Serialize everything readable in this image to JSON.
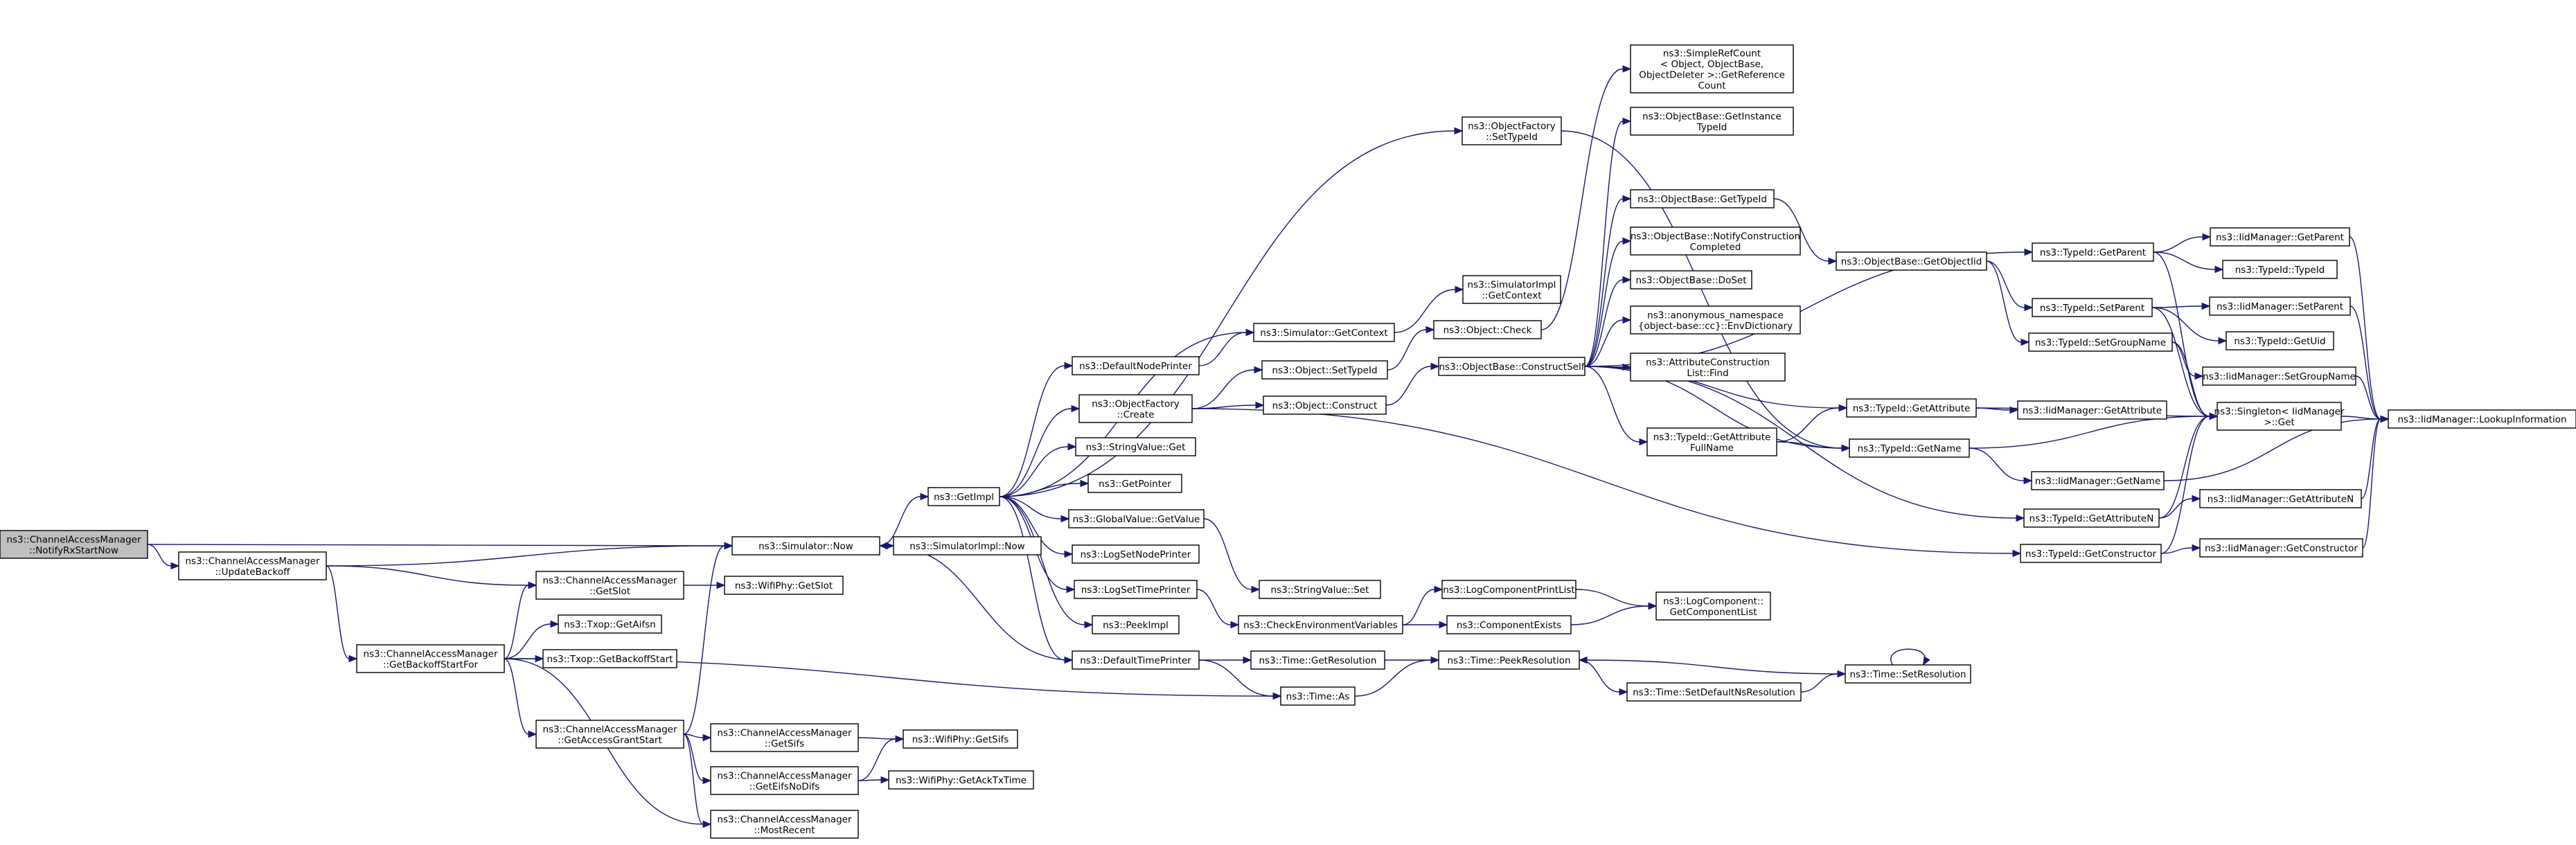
{
  "graph": {
    "nodes": [
      {
        "id": "notify",
        "lines": [
          "ns3::ChannelAccessManager",
          "::NotifyRxStartNow"
        ],
        "root": true
      },
      {
        "id": "updatebackoff",
        "lines": [
          "ns3::ChannelAccessManager",
          "::UpdateBackoff"
        ]
      },
      {
        "id": "simnow",
        "lines": [
          "ns3::Simulator::Now"
        ]
      },
      {
        "id": "simimplnow",
        "lines": [
          "ns3::SimulatorImpl::Now"
        ]
      },
      {
        "id": "getimpl",
        "lines": [
          "ns3::GetImpl"
        ]
      },
      {
        "id": "getslot",
        "lines": [
          "ns3::ChannelAccessManager",
          "::GetSlot"
        ]
      },
      {
        "id": "wifigetslot",
        "lines": [
          "ns3::WifiPhy::GetSlot"
        ]
      },
      {
        "id": "getbackoffstartfor",
        "lines": [
          "ns3::ChannelAccessManager",
          "::GetBackoffStartFor"
        ]
      },
      {
        "id": "txopaifsn",
        "lines": [
          "ns3::Txop::GetAifsn"
        ]
      },
      {
        "id": "txopbackoffstart",
        "lines": [
          "ns3::Txop::GetBackoffStart"
        ]
      },
      {
        "id": "getaccessgrantstart",
        "lines": [
          "ns3::ChannelAccessManager",
          "::GetAccessGrantStart"
        ]
      },
      {
        "id": "getsifs",
        "lines": [
          "ns3::ChannelAccessManager",
          "::GetSifs"
        ]
      },
      {
        "id": "wifigetsifs",
        "lines": [
          "ns3::WifiPhy::GetSifs"
        ]
      },
      {
        "id": "geteifsnodifs",
        "lines": [
          "ns3::ChannelAccessManager",
          "::GetEifsNoDifs"
        ]
      },
      {
        "id": "wifigetacktxtime",
        "lines": [
          "ns3::WifiPhy::GetAckTxTime"
        ]
      },
      {
        "id": "mostrecent",
        "lines": [
          "ns3::ChannelAccessManager",
          "::MostRecent"
        ]
      },
      {
        "id": "defaultnodeprinter",
        "lines": [
          "ns3::DefaultNodePrinter"
        ]
      },
      {
        "id": "objfactorycreate",
        "lines": [
          "ns3::ObjectFactory",
          "::Create"
        ]
      },
      {
        "id": "stringvalueget",
        "lines": [
          "ns3::StringValue::Get"
        ]
      },
      {
        "id": "getpointer",
        "lines": [
          "ns3::GetPointer"
        ]
      },
      {
        "id": "globalvaluegetvalue",
        "lines": [
          "ns3::GlobalValue::GetValue"
        ]
      },
      {
        "id": "logsetnodeprinter",
        "lines": [
          "ns3::LogSetNodePrinter"
        ]
      },
      {
        "id": "logsettimeprinter",
        "lines": [
          "ns3::LogSetTimePrinter"
        ]
      },
      {
        "id": "peekimpl",
        "lines": [
          "ns3::PeekImpl"
        ]
      },
      {
        "id": "defaulttimeprinter",
        "lines": [
          "ns3::DefaultTimePrinter"
        ]
      },
      {
        "id": "simgetcontext",
        "lines": [
          "ns3::Simulator::GetContext"
        ]
      },
      {
        "id": "simimplgetcontext",
        "lines": [
          "ns3::SimulatorImpl",
          "::GetContext"
        ]
      },
      {
        "id": "objfactorysettypeid",
        "lines": [
          "ns3::ObjectFactory",
          "::SetTypeId"
        ]
      },
      {
        "id": "objectsettypeid",
        "lines": [
          "ns3::Object::SetTypeId"
        ]
      },
      {
        "id": "objectconstruct",
        "lines": [
          "ns3::Object::Construct"
        ]
      },
      {
        "id": "objectcheck",
        "lines": [
          "ns3::Object::Check"
        ]
      },
      {
        "id": "constructself",
        "lines": [
          "ns3::ObjectBase::ConstructSelf"
        ]
      },
      {
        "id": "stringvalueset",
        "lines": [
          "ns3::StringValue::Set"
        ]
      },
      {
        "id": "checkenv",
        "lines": [
          "ns3::CheckEnvironmentVariables"
        ]
      },
      {
        "id": "logcompprintlist",
        "lines": [
          "ns3::LogComponentPrintList"
        ]
      },
      {
        "id": "compexists",
        "lines": [
          "ns3::ComponentExists"
        ]
      },
      {
        "id": "logcompgetlist",
        "lines": [
          "ns3::LogComponent::",
          "GetComponentList"
        ]
      },
      {
        "id": "timegetresolution",
        "lines": [
          "ns3::Time::GetResolution"
        ]
      },
      {
        "id": "timeas",
        "lines": [
          "ns3::Time::As"
        ]
      },
      {
        "id": "timepeekresolution",
        "lines": [
          "ns3::Time::PeekResolution"
        ]
      },
      {
        "id": "timesetdefaultns",
        "lines": [
          "ns3::Time::SetDefaultNsResolution"
        ]
      },
      {
        "id": "timesetresolution",
        "lines": [
          "ns3::Time::SetResolution"
        ]
      },
      {
        "id": "simplerefcount",
        "lines": [
          "ns3::SimpleRefCount",
          "< Object, ObjectBase,",
          "ObjectDeleter >::GetReference",
          "Count"
        ]
      },
      {
        "id": "getinstancetypeid",
        "lines": [
          "ns3::ObjectBase::GetInstance",
          "TypeId"
        ]
      },
      {
        "id": "objectbasegettypeid",
        "lines": [
          "ns3::ObjectBase::GetTypeId"
        ]
      },
      {
        "id": "notifyconstruction",
        "lines": [
          "ns3::ObjectBase::NotifyConstruction",
          "Completed"
        ]
      },
      {
        "id": "doset",
        "lines": [
          "ns3::ObjectBase::DoSet"
        ]
      },
      {
        "id": "envdictionary",
        "lines": [
          "ns3::anonymous_namespace",
          "{object-base::cc}::EnvDictionary"
        ]
      },
      {
        "id": "attrconstructionfind",
        "lines": [
          "ns3::AttributeConstruction",
          "List::Find"
        ]
      },
      {
        "id": "getobjectiid",
        "lines": [
          "ns3::ObjectBase::GetObjectIid"
        ]
      },
      {
        "id": "typeidgetparent",
        "lines": [
          "ns3::TypeId::GetParent"
        ]
      },
      {
        "id": "typeidsetparent",
        "lines": [
          "ns3::TypeId::SetParent"
        ]
      },
      {
        "id": "typeidsetgroupname",
        "lines": [
          "ns3::TypeId::SetGroupName"
        ]
      },
      {
        "id": "typeidgetattribute",
        "lines": [
          "ns3::TypeId::GetAttribute"
        ]
      },
      {
        "id": "typeidgetattrfullname",
        "lines": [
          "ns3::TypeId::GetAttribute",
          "FullName"
        ]
      },
      {
        "id": "typeidgetname",
        "lines": [
          "ns3::TypeId::GetName"
        ]
      },
      {
        "id": "typeidgetattributen",
        "lines": [
          "ns3::TypeId::GetAttributeN"
        ]
      },
      {
        "id": "typeidgetconstructor",
        "lines": [
          "ns3::TypeId::GetConstructor"
        ]
      },
      {
        "id": "iidgetparent",
        "lines": [
          "ns3::IidManager::GetParent"
        ]
      },
      {
        "id": "typeidtypeid",
        "lines": [
          "ns3::TypeId::TypeId"
        ]
      },
      {
        "id": "iidsetparent",
        "lines": [
          "ns3::IidManager::SetParent"
        ]
      },
      {
        "id": "typeidgetuid",
        "lines": [
          "ns3::TypeId::GetUid"
        ]
      },
      {
        "id": "iidsetgroupname",
        "lines": [
          "ns3::IidManager::SetGroupName"
        ]
      },
      {
        "id": "iidgetattribute",
        "lines": [
          "ns3::IidManager::GetAttribute"
        ]
      },
      {
        "id": "singletonget",
        "lines": [
          "ns3::Singleton< IidManager",
          ">::Get"
        ]
      },
      {
        "id": "iidgetname",
        "lines": [
          "ns3::IidManager::GetName"
        ]
      },
      {
        "id": "iidgetattributen",
        "lines": [
          "ns3::IidManager::GetAttributeN"
        ]
      },
      {
        "id": "iidgetconstructor",
        "lines": [
          "ns3::IidManager::GetConstructor"
        ]
      },
      {
        "id": "iidlookupinfo",
        "lines": [
          "ns3::IidManager::LookupInformation"
        ]
      }
    ],
    "edges": [
      [
        "notify",
        "simnow"
      ],
      [
        "notify",
        "updatebackoff"
      ],
      [
        "updatebackoff",
        "simnow"
      ],
      [
        "updatebackoff",
        "getslot"
      ],
      [
        "updatebackoff",
        "getbackoffstartfor"
      ],
      [
        "simnow",
        "getimpl"
      ],
      [
        "simnow",
        "simimplnow"
      ],
      [
        "getslot",
        "wifigetslot"
      ],
      [
        "getbackoffstartfor",
        "getslot"
      ],
      [
        "getbackoffstartfor",
        "txopaifsn"
      ],
      [
        "getbackoffstartfor",
        "txopbackoffstart"
      ],
      [
        "getbackoffstartfor",
        "getaccessgrantstart"
      ],
      [
        "getbackoffstartfor",
        "timeas"
      ],
      [
        "getbackoffstartfor",
        "mostrecent"
      ],
      [
        "getaccessgrantstart",
        "simnow"
      ],
      [
        "getaccessgrantstart",
        "getsifs"
      ],
      [
        "getaccessgrantstart",
        "geteifsnodifs"
      ],
      [
        "getaccessgrantstart",
        "mostrecent"
      ],
      [
        "getsifs",
        "wifigetsifs"
      ],
      [
        "geteifsnodifs",
        "wifigetsifs"
      ],
      [
        "geteifsnodifs",
        "wifigetacktxtime"
      ],
      [
        "getimpl",
        "objfactorysettypeid"
      ],
      [
        "getimpl",
        "simgetcontext"
      ],
      [
        "getimpl",
        "defaultnodeprinter"
      ],
      [
        "getimpl",
        "objfactorycreate"
      ],
      [
        "getimpl",
        "stringvalueget"
      ],
      [
        "getimpl",
        "getpointer"
      ],
      [
        "getimpl",
        "globalvaluegetvalue"
      ],
      [
        "getimpl",
        "logsetnodeprinter"
      ],
      [
        "getimpl",
        "logsettimeprinter"
      ],
      [
        "getimpl",
        "peekimpl"
      ],
      [
        "getimpl",
        "defaulttimeprinter"
      ],
      [
        "defaultnodeprinter",
        "simgetcontext"
      ],
      [
        "simgetcontext",
        "simimplgetcontext"
      ],
      [
        "objfactorycreate",
        "objectsettypeid"
      ],
      [
        "objfactorycreate",
        "objectconstruct"
      ],
      [
        "objfactorycreate",
        "typeidgetconstructor"
      ],
      [
        "objectsettypeid",
        "objectcheck"
      ],
      [
        "objectconstruct",
        "constructself"
      ],
      [
        "objfactorysettypeid",
        "typeidgetname"
      ],
      [
        "objectcheck",
        "simplerefcount"
      ],
      [
        "globalvaluegetvalue",
        "stringvalueset"
      ],
      [
        "logsettimeprinter",
        "checkenv"
      ],
      [
        "checkenv",
        "logcompprintlist"
      ],
      [
        "checkenv",
        "compexists"
      ],
      [
        "logcompprintlist",
        "logcompgetlist"
      ],
      [
        "compexists",
        "logcompgetlist"
      ],
      [
        "defaulttimeprinter",
        "simnow"
      ],
      [
        "defaulttimeprinter",
        "timegetresolution"
      ],
      [
        "defaulttimeprinter",
        "timeas"
      ],
      [
        "timegetresolution",
        "timepeekresolution"
      ],
      [
        "timeas",
        "timepeekresolution"
      ],
      [
        "timepeekresolution",
        "timesetdefaultns"
      ],
      [
        "timesetdefaultns",
        "timesetresolution"
      ],
      [
        "timesetresolution",
        "timepeekresolution"
      ],
      [
        "timesetresolution",
        "timesetresolution"
      ],
      [
        "constructself",
        "getinstancetypeid"
      ],
      [
        "constructself",
        "objectbasegettypeid"
      ],
      [
        "constructself",
        "notifyconstruction"
      ],
      [
        "constructself",
        "doset"
      ],
      [
        "constructself",
        "envdictionary"
      ],
      [
        "constructself",
        "attrconstructionfind"
      ],
      [
        "constructself",
        "typeidgetparent"
      ],
      [
        "constructself",
        "typeidgetattribute"
      ],
      [
        "constructself",
        "typeidgetattrfullname"
      ],
      [
        "constructself",
        "typeidgetname"
      ],
      [
        "constructself",
        "typeidgetattributen"
      ],
      [
        "objectbasegettypeid",
        "getobjectiid"
      ],
      [
        "getobjectiid",
        "typeidsetparent"
      ],
      [
        "getobjectiid",
        "typeidsetgroupname"
      ],
      [
        "typeidgetparent",
        "iidgetparent"
      ],
      [
        "typeidgetparent",
        "typeidtypeid"
      ],
      [
        "typeidgetparent",
        "singletonget"
      ],
      [
        "typeidsetparent",
        "iidsetparent"
      ],
      [
        "typeidsetparent",
        "typeidgetuid"
      ],
      [
        "typeidsetparent",
        "singletonget"
      ],
      [
        "typeidsetgroupname",
        "iidsetgroupname"
      ],
      [
        "typeidsetgroupname",
        "singletonget"
      ],
      [
        "typeidgetattribute",
        "iidgetattribute"
      ],
      [
        "typeidgetattribute",
        "singletonget"
      ],
      [
        "typeidgetattrfullname",
        "typeidgetattribute"
      ],
      [
        "typeidgetattrfullname",
        "typeidgetname"
      ],
      [
        "typeidgetname",
        "singletonget"
      ],
      [
        "typeidgetname",
        "iidgetname"
      ],
      [
        "typeidgetattributen",
        "iidgetattributen"
      ],
      [
        "typeidgetattributen",
        "singletonget"
      ],
      [
        "typeidgetconstructor",
        "iidgetconstructor"
      ],
      [
        "typeidgetconstructor",
        "singletonget"
      ],
      [
        "iidgetparent",
        "iidlookupinfo"
      ],
      [
        "iidsetparent",
        "iidlookupinfo"
      ],
      [
        "iidsetgroupname",
        "iidlookupinfo"
      ],
      [
        "singletonget",
        "iidlookupinfo"
      ],
      [
        "iidgetname",
        "iidlookupinfo"
      ],
      [
        "iidgetattributen",
        "iidlookupinfo"
      ],
      [
        "iidgetconstructor",
        "iidlookupinfo"
      ]
    ]
  }
}
